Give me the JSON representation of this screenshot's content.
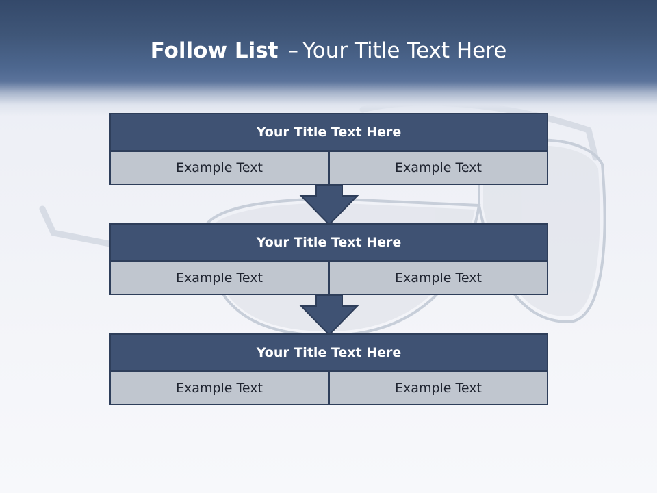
{
  "slide": {
    "title_bold": "Follow List",
    "title_separator": "–",
    "title_rest": "Your Title Text Here"
  },
  "steps": [
    {
      "title": "Your Title Text Here",
      "left": "Example Text",
      "right": "Example Text"
    },
    {
      "title": "Your Title Text Here",
      "left": "Example Text",
      "right": "Example Text"
    },
    {
      "title": "Your Title Text Here",
      "left": "Example Text",
      "right": "Example Text"
    }
  ],
  "colors": {
    "header": "#3f5678",
    "box_title": "#3f5273",
    "box_cell": "#c0c6cf",
    "border": "#2e3e5a",
    "arrow": "#3f5273"
  }
}
